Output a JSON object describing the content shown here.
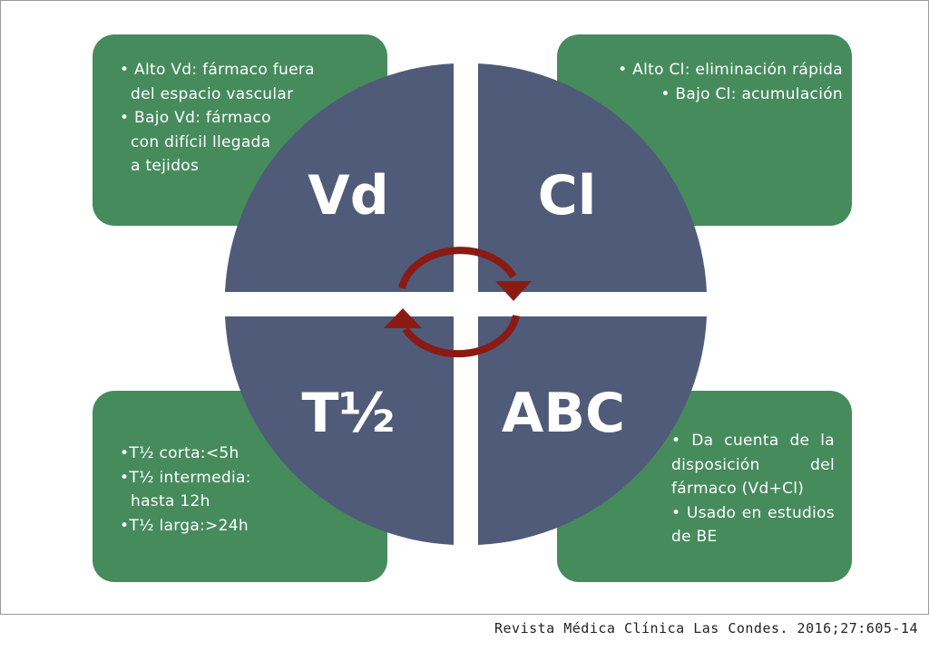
{
  "colors": {
    "box_green": "#468b5c",
    "quadrant_blue": "#4f5b79",
    "arrow_red": "#8b1a14",
    "text_white": "#ffffff"
  },
  "quadrants": {
    "top_left": "Vd",
    "top_right": "Cl",
    "bottom_left": "T½",
    "bottom_right": "ABC"
  },
  "boxes": {
    "vd": {
      "items": [
        "• Alto Vd: fármaco fuera del espacio vascular",
        "• Bajo Vd: fármaco con difícil llegada a tejidos"
      ]
    },
    "cl": {
      "items": [
        "• Alto Cl: eliminación rápida",
        "• Bajo Cl: acumulación"
      ]
    },
    "t_half": {
      "items": [
        "•T½ corta:<5h",
        "•T½ intermedia: hasta 12h",
        "•T½ larga:>24h"
      ]
    },
    "abc": {
      "items": [
        "• Da cuenta de la disposición del fármaco (Vd+Cl)",
        "• Usado en estudios de BE"
      ]
    }
  },
  "icons": {
    "cycle": "circular-arrows-icon"
  },
  "source": "Revista Médica Clínica Las Condes. 2016;27:605-14"
}
